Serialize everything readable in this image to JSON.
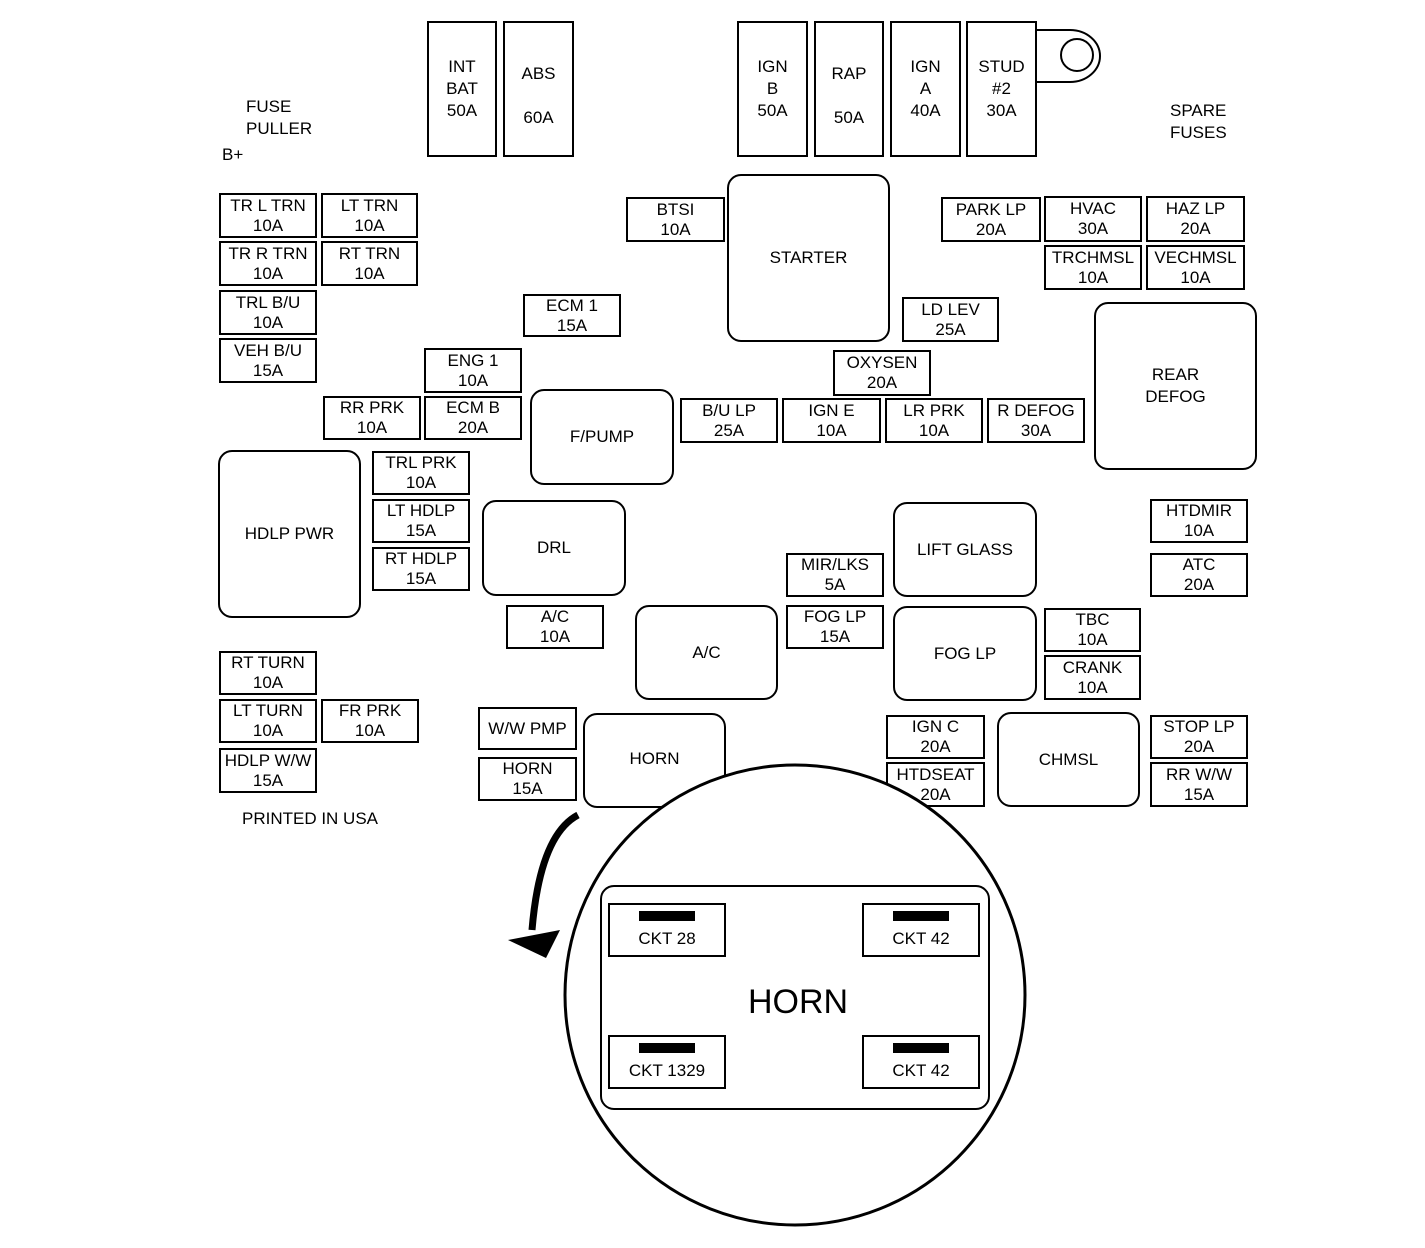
{
  "labels": {
    "fuse_puller": [
      "FUSE",
      "PULLER"
    ],
    "b_plus": "B+",
    "spare_fuses": [
      "SPARE",
      "FUSES"
    ],
    "printed": "PRINTED IN USA"
  },
  "maxi_fuses": [
    {
      "name": [
        "INT",
        "BAT"
      ],
      "rating": "50A"
    },
    {
      "name": [
        "ABS"
      ],
      "rating": "60A"
    },
    {
      "name": [
        "IGN",
        "B"
      ],
      "rating": "50A"
    },
    {
      "name": [
        "RAP"
      ],
      "rating": "50A"
    },
    {
      "name": [
        "IGN",
        "A"
      ],
      "rating": "40A"
    },
    {
      "name": [
        "STUD",
        "#2"
      ],
      "rating": "30A"
    }
  ],
  "fuses": {
    "tr_l_trn": [
      "TR L TRN",
      "10A"
    ],
    "lt_trn": [
      "LT TRN",
      "10A"
    ],
    "tr_r_trn": [
      "TR R TRN",
      "10A"
    ],
    "rt_trn": [
      "RT TRN",
      "10A"
    ],
    "trl_bu": [
      "TRL B/U",
      "10A"
    ],
    "veh_bu": [
      "VEH B/U",
      "15A"
    ],
    "btsi": [
      "BTSI",
      "10A"
    ],
    "ecm1": [
      "ECM 1",
      "15A"
    ],
    "eng1": [
      "ENG 1",
      "10A"
    ],
    "rr_prk": [
      "RR PRK",
      "10A"
    ],
    "ecm_b": [
      "ECM B",
      "20A"
    ],
    "trl_prk": [
      "TRL PRK",
      "10A"
    ],
    "lt_hdlp": [
      "LT HDLP",
      "15A"
    ],
    "rt_hdlp": [
      "RT HDLP",
      "15A"
    ],
    "park_lp": [
      "PARK LP",
      "20A"
    ],
    "hvac": [
      "HVAC",
      "30A"
    ],
    "haz_lp": [
      "HAZ LP",
      "20A"
    ],
    "trchmsl": [
      "TRCHMSL",
      "10A"
    ],
    "vechmsl": [
      "VECHMSL",
      "10A"
    ],
    "ld_lev": [
      "LD LEV",
      "25A"
    ],
    "oxysen": [
      "OXYSEN",
      "20A"
    ],
    "bu_lp": [
      "B/U LP",
      "25A"
    ],
    "ign_e": [
      "IGN E",
      "10A"
    ],
    "lr_prk": [
      "LR PRK",
      "10A"
    ],
    "r_defog": [
      "R DEFOG",
      "30A"
    ],
    "htdmir": [
      "HTDMIR",
      "10A"
    ],
    "atc": [
      "ATC",
      "20A"
    ],
    "mir_lks": [
      "MIR/LKS",
      "5A"
    ],
    "fog_lp_fuse": [
      "FOG LP",
      "15A"
    ],
    "ac_fuse": [
      "A/C",
      "10A"
    ],
    "tbc": [
      "TBC",
      "10A"
    ],
    "crank": [
      "CRANK",
      "10A"
    ],
    "rt_turn": [
      "RT TURN",
      "10A"
    ],
    "lt_turn": [
      "LT TURN",
      "10A"
    ],
    "fr_prk": [
      "FR PRK",
      "10A"
    ],
    "hdlp_ww": [
      "HDLP W/W",
      "15A"
    ],
    "ww_pmp": [
      "W/W PMP"
    ],
    "horn_fuse": [
      "HORN",
      "15A"
    ],
    "ign_c": [
      "IGN C",
      "20A"
    ],
    "htdseat": [
      "HTDSEAT",
      "20A"
    ],
    "stop_lp": [
      "STOP LP",
      "20A"
    ],
    "rr_ww": [
      "RR W/W",
      "15A"
    ]
  },
  "relays": {
    "starter": [
      "STARTER"
    ],
    "rear_defog": [
      "REAR",
      "DEFOG"
    ],
    "f_pump": [
      "F/PUMP"
    ],
    "hdlp_pwr": [
      "HDLP PWR"
    ],
    "drl": [
      "DRL"
    ],
    "lift_glass": [
      "LIFT GLASS"
    ],
    "ac": [
      "A/C"
    ],
    "fog_lp": [
      "FOG LP"
    ],
    "horn": [
      "HORN"
    ],
    "chmsl": [
      "CHMSL"
    ]
  },
  "detail": {
    "title": "HORN",
    "pins": [
      "CKT 28",
      "CKT 42",
      "CKT 1329",
      "CKT 42"
    ]
  }
}
